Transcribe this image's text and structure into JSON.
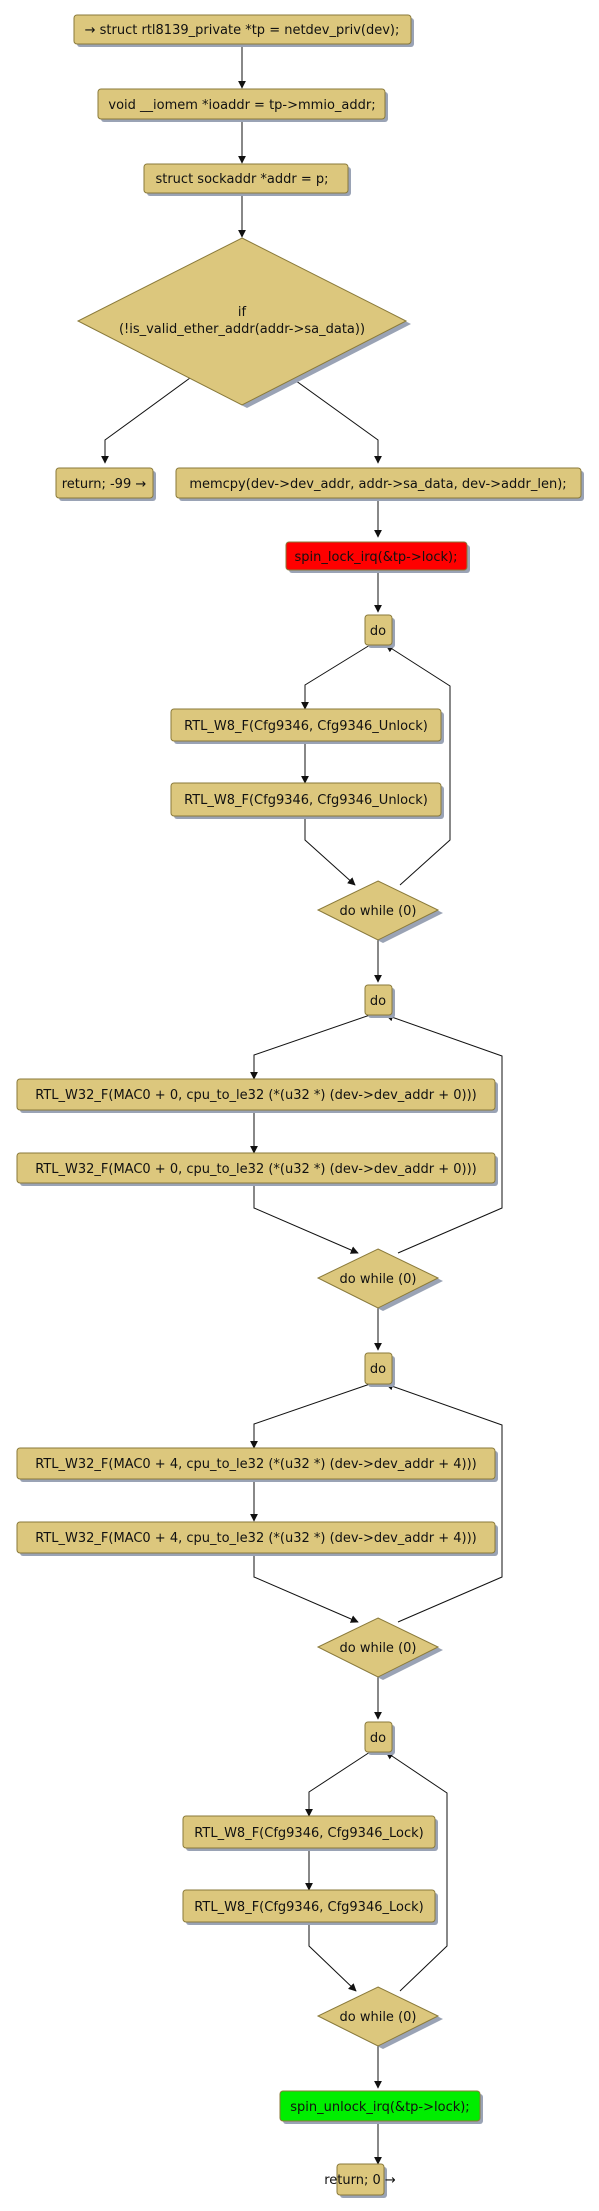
{
  "colors": {
    "node_fill": "#dcc77d",
    "node_stroke": "#8a7a3a",
    "highlight_red": "#ff0000",
    "highlight_green": "#00ee00",
    "edge": "#111111",
    "shadow": "#9aa3b5"
  },
  "flow": {
    "n1": "→ struct rtl8139_private *tp = netdev_priv(dev);",
    "n2": "void __iomem *ioaddr = tp->mmio_addr;",
    "n3": "struct sockaddr *addr = p;",
    "d1_line1": "if",
    "d1_line2": "(!is_valid_ether_addr(addr->sa_data))",
    "ret99": "return; -99 →",
    "memcpy": "memcpy(dev->dev_addr, addr->sa_data, dev->addr_len);",
    "spinlock": "spin_lock_irq(&tp->lock);",
    "do1": "do",
    "l1a": "RTL_W8_F(Cfg9346, Cfg9346_Unlock)",
    "l1b": "RTL_W8_F(Cfg9346, Cfg9346_Unlock)",
    "w1": "do while (0)",
    "do2": "do",
    "l2a": "RTL_W32_F(MAC0 + 0, cpu_to_le32 (*(u32 *) (dev->dev_addr + 0)))",
    "l2b": "RTL_W32_F(MAC0 + 0, cpu_to_le32 (*(u32 *) (dev->dev_addr + 0)))",
    "w2": "do while (0)",
    "do3": "do",
    "l3a": "RTL_W32_F(MAC0 + 4, cpu_to_le32 (*(u32 *) (dev->dev_addr + 4)))",
    "l3b": "RTL_W32_F(MAC0 + 4, cpu_to_le32 (*(u32 *) (dev->dev_addr + 4)))",
    "w3": "do while (0)",
    "do4": "do",
    "l4a": "RTL_W8_F(Cfg9346, Cfg9346_Lock)",
    "l4b": "RTL_W8_F(Cfg9346, Cfg9346_Lock)",
    "w4": "do while (0)",
    "spinunlock": "spin_unlock_irq(&tp->lock);",
    "ret0": "return; 0 →"
  }
}
